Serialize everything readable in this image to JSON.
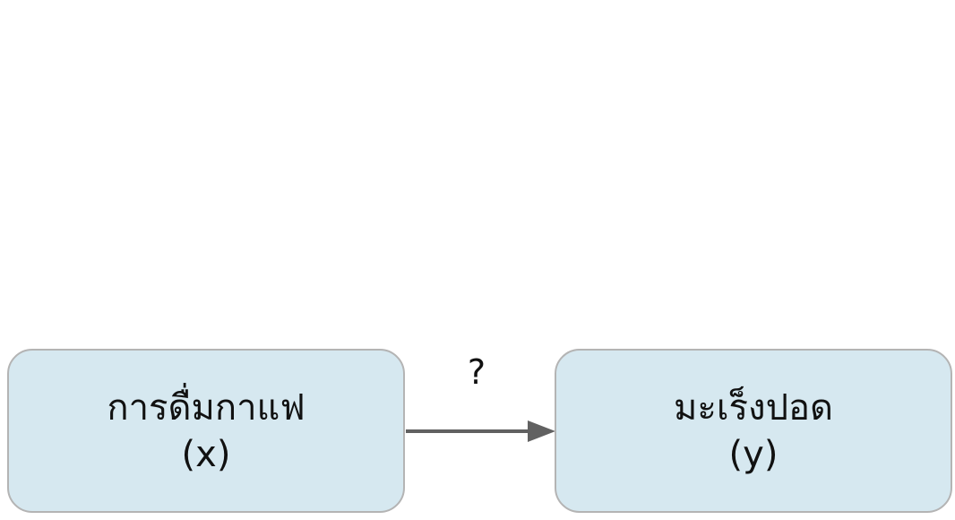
{
  "diagram": {
    "nodes": [
      {
        "id": "x",
        "label": "การดื่มกาแฟ",
        "variable": "(x)"
      },
      {
        "id": "y",
        "label": "มะเร็งปอด",
        "variable": "(y)"
      }
    ],
    "edge": {
      "from": "x",
      "to": "y",
      "label": "?"
    },
    "colors": {
      "node_fill": "#d6e8f0",
      "node_border": "#b4b4b4",
      "arrow": "#616161",
      "text": "#111111"
    }
  }
}
